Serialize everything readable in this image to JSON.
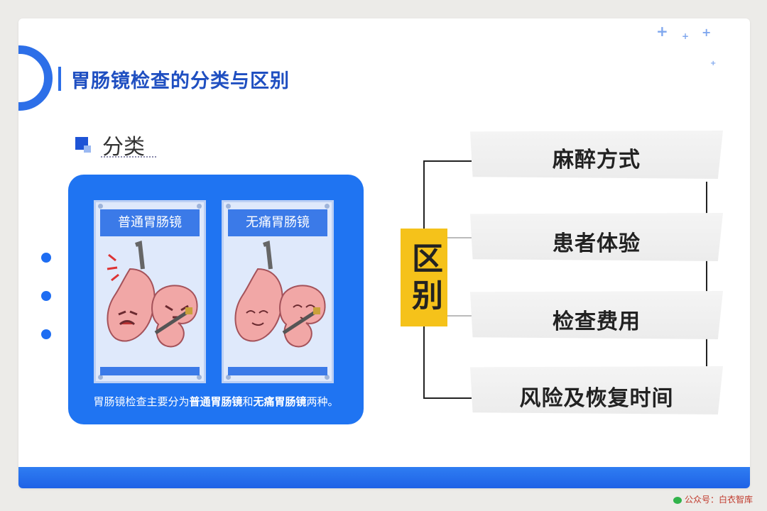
{
  "slide": {
    "title": "胃肠镜检查的分类与区别",
    "category_label": "分类"
  },
  "cards": [
    {
      "label": "普通胃肠镜"
    },
    {
      "label": "无痛胃肠镜"
    }
  ],
  "caption": {
    "prefix": "胃肠镜检查主要分为",
    "bold1": "普通胃肠镜",
    "mid": "和",
    "bold2": "无痛胃肠镜",
    "suffix": "两种。"
  },
  "difference": {
    "label": "区别",
    "items": [
      "麻醉方式",
      "患者体验",
      "检查费用",
      "风险及恢复时间"
    ]
  },
  "watermark": "公众号：白衣智库",
  "colors": {
    "brand_blue": "#1f74f2",
    "title_blue": "#1f4fc1",
    "highlight_yellow": "#f5c21a"
  }
}
